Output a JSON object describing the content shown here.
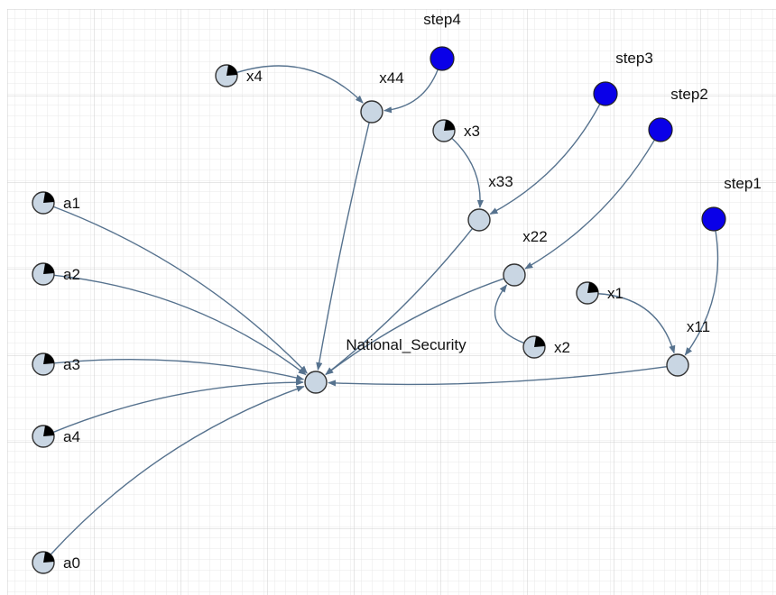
{
  "colors": {
    "node_fill": "#c9d6e3",
    "node_stroke": "#333333",
    "step_fill": "#0a00e8",
    "edge": "#56728e",
    "grid_minor": "#e6e6e6",
    "grid_major": "#c9c9c9"
  },
  "nodes": [
    {
      "id": "step4",
      "label": "step4",
      "kind": "step"
    },
    {
      "id": "step3",
      "label": "step3",
      "kind": "step"
    },
    {
      "id": "step2",
      "label": "step2",
      "kind": "step"
    },
    {
      "id": "step1",
      "label": "step1",
      "kind": "step"
    },
    {
      "id": "x4",
      "label": "x4",
      "kind": "source"
    },
    {
      "id": "x44",
      "label": "x44",
      "kind": "node"
    },
    {
      "id": "x3",
      "label": "x3",
      "kind": "source"
    },
    {
      "id": "x33",
      "label": "x33",
      "kind": "node"
    },
    {
      "id": "x22",
      "label": "x22",
      "kind": "node"
    },
    {
      "id": "x2",
      "label": "x2",
      "kind": "source"
    },
    {
      "id": "x1",
      "label": "x1",
      "kind": "source"
    },
    {
      "id": "x11",
      "label": "x11",
      "kind": "node"
    },
    {
      "id": "a1",
      "label": "a1",
      "kind": "source"
    },
    {
      "id": "a2",
      "label": "a2",
      "kind": "source"
    },
    {
      "id": "a3",
      "label": "a3",
      "kind": "source"
    },
    {
      "id": "a4",
      "label": "a4",
      "kind": "source"
    },
    {
      "id": "a0",
      "label": "a0",
      "kind": "source"
    },
    {
      "id": "national_security",
      "label": "National_Security",
      "kind": "node"
    }
  ],
  "edges": [
    {
      "from": "x4",
      "to": "x44"
    },
    {
      "from": "step4",
      "to": "x44"
    },
    {
      "from": "x44",
      "to": "national_security"
    },
    {
      "from": "x3",
      "to": "x33"
    },
    {
      "from": "step3",
      "to": "x33"
    },
    {
      "from": "x33",
      "to": "national_security"
    },
    {
      "from": "step2",
      "to": "x22"
    },
    {
      "from": "x2",
      "to": "x22"
    },
    {
      "from": "x22",
      "to": "national_security"
    },
    {
      "from": "x1",
      "to": "x11"
    },
    {
      "from": "step1",
      "to": "x11"
    },
    {
      "from": "x11",
      "to": "national_security"
    },
    {
      "from": "a1",
      "to": "national_security"
    },
    {
      "from": "a2",
      "to": "national_security"
    },
    {
      "from": "a3",
      "to": "national_security"
    },
    {
      "from": "a4",
      "to": "national_security"
    },
    {
      "from": "a0",
      "to": "national_security"
    }
  ]
}
